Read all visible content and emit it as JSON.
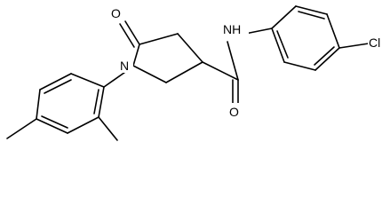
{
  "atoms": {
    "carbonyl_oxygen": "O",
    "amide_oxygen": "O",
    "ring_nitrogen": "N",
    "amide_nh": "NH",
    "chlorine": "Cl"
  }
}
